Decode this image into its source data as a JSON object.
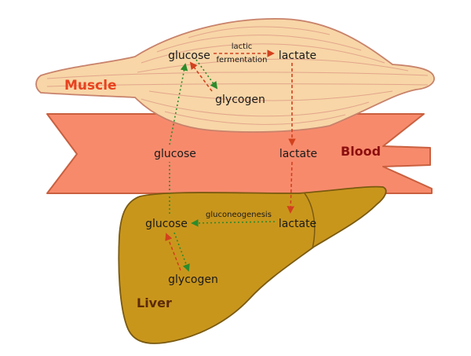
{
  "colors": {
    "muscle_fill": "#f8d6a7",
    "muscle_stroke": "#c8826b",
    "muscle_text": "#e8421f",
    "blood_fill": "#f88a6c",
    "blood_stroke": "#c9603f",
    "blood_text": "#8b0f0f",
    "liver_fill": "#c9961c",
    "liver_stroke": "#7a5a10",
    "liver_text": "#5c2a08",
    "red_arrow": "#d2411e",
    "green_arrow": "#2c8b2c"
  },
  "muscle": {
    "title": "Muscle",
    "glucose": "glucose",
    "lactate": "lactate",
    "glycogen": "glycogen",
    "process_line1": "lactic",
    "process_line2": "fermentation"
  },
  "blood": {
    "title": "Blood",
    "glucose": "glucose",
    "lactate": "lactate"
  },
  "liver": {
    "title": "Liver",
    "glucose": "glucose",
    "lactate": "lactate",
    "glycogen": "glycogen",
    "process": "gluconeogenesis"
  }
}
